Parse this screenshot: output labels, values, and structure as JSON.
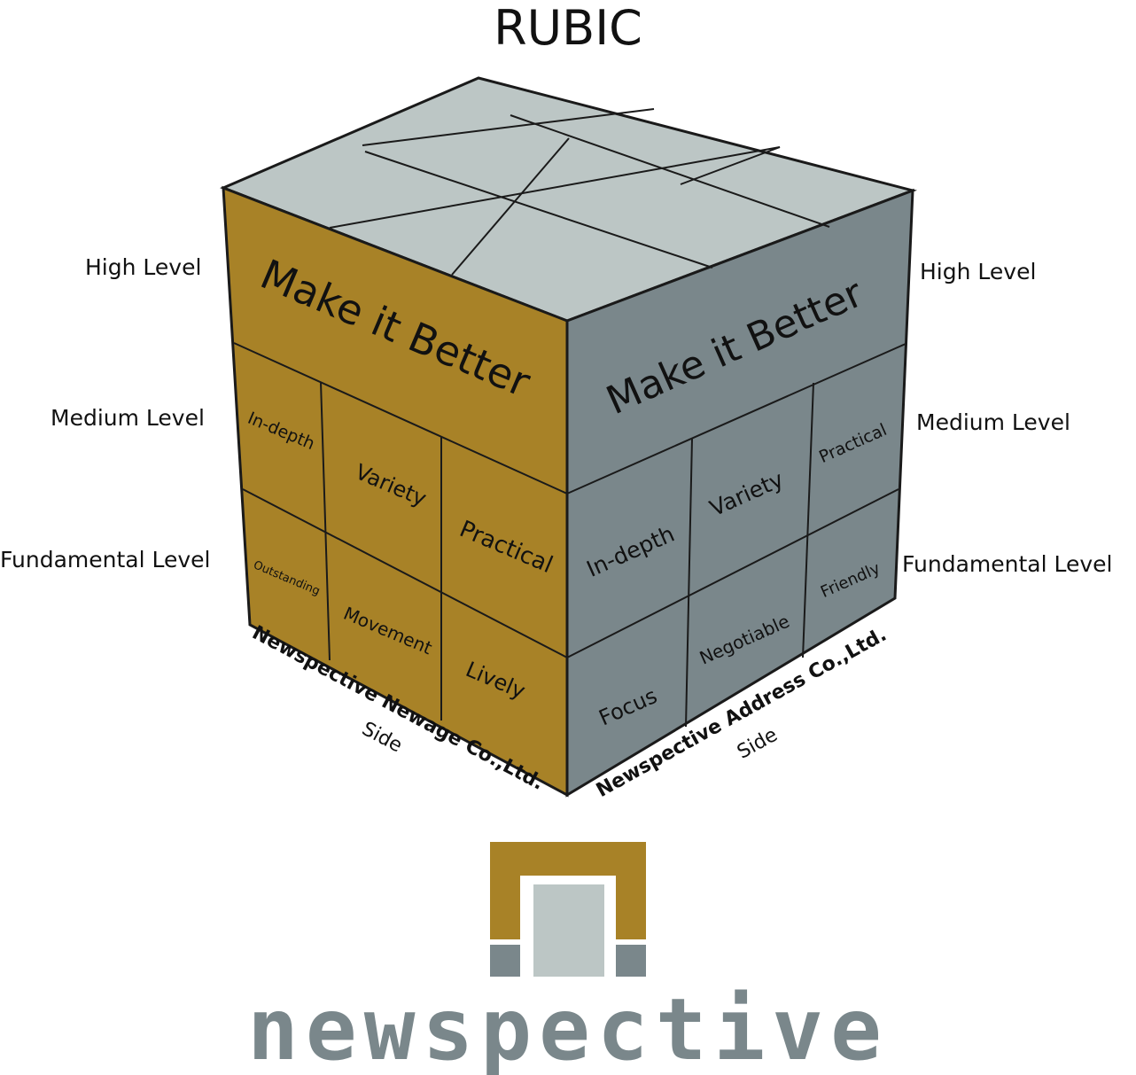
{
  "title": "RUBIC",
  "levels_left": [
    "High Level",
    "Medium Level",
    "Fundamental Level"
  ],
  "levels_right": [
    "High Level",
    "Medium Level",
    "Fundamental Level"
  ],
  "left_face": {
    "headline": "Make it Better",
    "medium_row": [
      "In-depth",
      "Variety",
      "Practical"
    ],
    "fundamental_row": [
      "Outstanding",
      "Movement",
      "Lively"
    ],
    "side_name": "Newspective Newage Co.,Ltd.",
    "side_suffix": "Side",
    "color": "#A88227"
  },
  "right_face": {
    "headline": "Make it Better",
    "medium_row": [
      "In-depth",
      "Variety",
      "Practical"
    ],
    "fundamental_row": [
      "Focus",
      "Negotiable",
      "Friendly"
    ],
    "side_name": "Newspective Address Co.,Ltd.",
    "side_suffix": "Side",
    "color": "#7A878B"
  },
  "top_face": {
    "color": "#BCC6C5"
  },
  "logo": {
    "text": "newspective",
    "gold": "#A88227",
    "grey": "#7A878B",
    "light": "#BCC6C5"
  }
}
